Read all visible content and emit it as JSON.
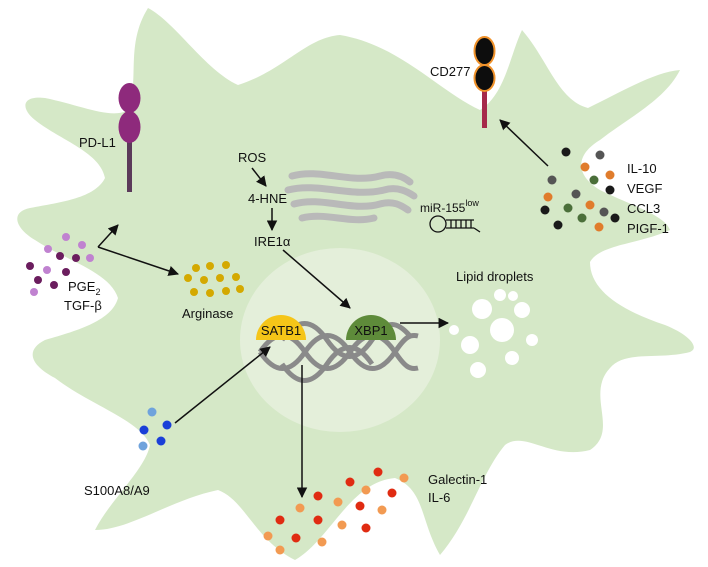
{
  "labels": {
    "pd_l1": "PD-L1",
    "cd277": "CD277",
    "ros": "ROS",
    "hne": "4-HNE",
    "ire1a": "IRE1α",
    "mir155": "miR-155",
    "mir155_sup": "low",
    "il10": "IL-10",
    "vegf": "VEGF",
    "ccl3": "CCL3",
    "pigf1": "PIGF-1",
    "pge_base": "PGE",
    "pge_sub": "2",
    "tgfb": "TGF-β",
    "arginase": "Arginase",
    "lipid": "Lipid droplets",
    "satb1": "SATB1",
    "xbp1": "XBP1",
    "s100": "S100A8/A9",
    "galectin": "Galectin-1",
    "il6": "IL-6"
  },
  "colors": {
    "cell": "#d5e8c7",
    "nucleus": "#e4efda",
    "er": "#b9b9b9",
    "dna": "#8a8a8a",
    "satb1": "#f5c518",
    "xbp1": "#5e8b3a",
    "pdl1": "#8e2a7c",
    "pdl1_stalk": "#5b3a5a",
    "cd277_fill": "#0d0d0d",
    "cd277_outline": "#f0922b",
    "cd277_stalk": "#a6294a",
    "arginase": "#d4a900",
    "s100": "#1a3fd8",
    "s100_light": "#6fa3dc",
    "galectin_red": "#e02b12",
    "galectin_orange": "#f29a52",
    "pge_light": "#c082d0",
    "pge_dark": "#6b1d5e",
    "cyt_orange": "#e07c2c",
    "cyt_green": "#4b6f3a",
    "cyt_dark": "#1a1a1a",
    "cyt_gray": "#555555"
  }
}
